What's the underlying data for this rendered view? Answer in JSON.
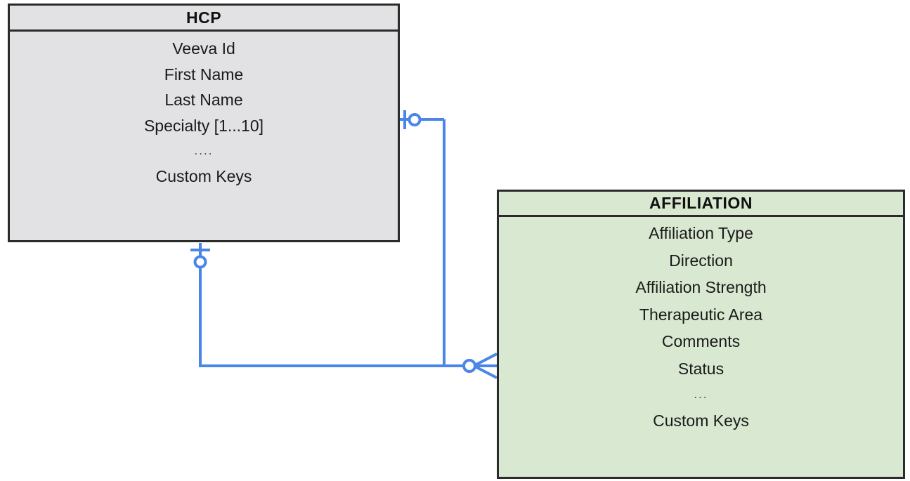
{
  "diagram": {
    "type": "entity-relationship-diagram",
    "notation": "crow's foot",
    "background_color": "#ffffff",
    "line_color": "#4a86e8"
  },
  "entities": [
    {
      "id": "hcp",
      "title": "HCP",
      "fill_color": "#e2e1e3",
      "border_color": "#2b2b2b",
      "attributes": [
        "Veeva Id",
        "First Name",
        "Last Name",
        "Specialty [1...10]",
        "....",
        "Custom Keys"
      ]
    },
    {
      "id": "affiliation",
      "title": "AFFILIATION",
      "fill_color": "#d9e8d0",
      "border_color": "#2b2b2b",
      "attributes": [
        "Affiliation Type",
        "Direction",
        "Affiliation Strength",
        "Therapeutic Area",
        "Comments",
        "Status",
        "...",
        "Custom Keys"
      ]
    }
  ],
  "relationships": [
    {
      "id": "hcp-right-to-affiliation",
      "from": "hcp",
      "from_side": "right",
      "from_cardinality": "one-and-only-one",
      "to": "affiliation",
      "to_side": "left",
      "to_cardinality": "zero-or-many"
    },
    {
      "id": "hcp-bottom-to-affiliation",
      "from": "hcp",
      "from_side": "bottom",
      "from_cardinality": "one-and-only-one",
      "to": "affiliation",
      "to_side": "left",
      "to_cardinality": "zero-or-many"
    }
  ]
}
